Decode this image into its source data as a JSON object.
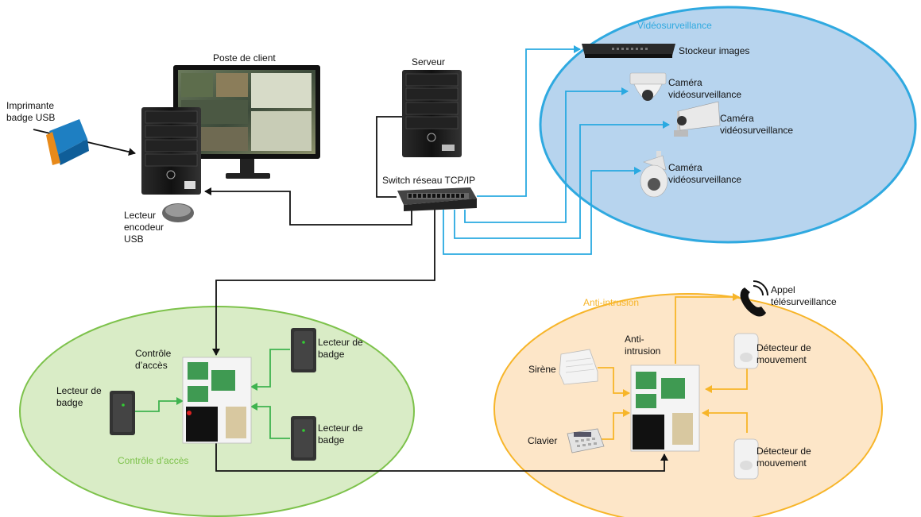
{
  "colors": {
    "video_zone": "#b7d4ee",
    "video_border": "#2fa9e0",
    "access_zone": "#d9ecc6",
    "access_border": "#7dc24b",
    "intrusion_zone": "#fde6c8",
    "intrusion_border": "#f7b529",
    "line_black": "#111111",
    "line_blue": "#29a9e1",
    "line_green": "#3fb34f",
    "line_orange": "#f7b529"
  },
  "zones": {
    "video": "Vidéosurveillance",
    "access": "Contrôle d’accès",
    "intrusion": "Anti-intrusion"
  },
  "nodes": {
    "client_station": "Poste de client",
    "server": "Serveur",
    "switch": "Switch réseau TCP/IP",
    "printer": [
      "Imprimante",
      "badge USB"
    ],
    "usb_reader": [
      "Lecteur",
      "encodeur",
      "USB"
    ],
    "storage": "Stockeur images",
    "camera1": [
      "Caméra",
      "vidéosurveillance"
    ],
    "camera2": [
      "Caméra",
      "vidéosurveillance"
    ],
    "camera3": [
      "Caméra",
      "vidéosurveillance"
    ],
    "access_controller": [
      "Contrôle",
      "d’accès"
    ],
    "reader_left": [
      "Lecteur de",
      "badge"
    ],
    "reader_top": [
      "Lecteur de",
      "badge"
    ],
    "reader_bottom": [
      "Lecteur de",
      "badge"
    ],
    "intrusion_controller": [
      "Anti-",
      "intrusion"
    ],
    "siren": "Sirène",
    "keypad": "Clavier",
    "remote_call": [
      "Appel",
      "télésurveillance"
    ],
    "detector1": [
      "Détecteur de",
      "mouvement"
    ],
    "detector2": [
      "Détecteur de",
      "mouvement"
    ]
  },
  "icons": [
    "monitor-icon",
    "pc-tower-icon",
    "server-icon",
    "network-switch-icon",
    "badge-printer-icon",
    "usb-reader-icon",
    "dvr-icon",
    "dome-camera-icon",
    "bullet-camera-icon",
    "ptz-camera-icon",
    "control-panel-icon",
    "badge-reader-icon",
    "siren-icon",
    "keypad-icon",
    "phone-icon",
    "motion-detector-icon"
  ]
}
